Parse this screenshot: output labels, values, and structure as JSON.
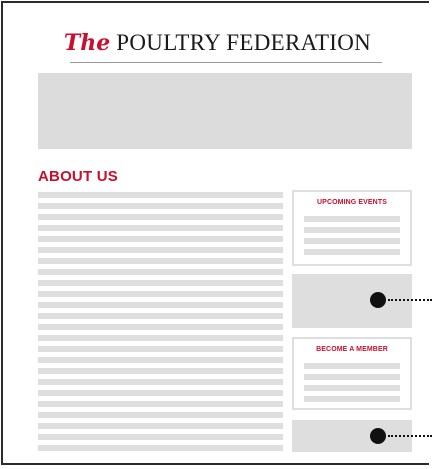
{
  "header": {
    "logo_prefix": "The",
    "logo_name": "POULTRY FEDERATION"
  },
  "about": {
    "title": "ABOUT US"
  },
  "sidebar": {
    "events_title": "UPCOMING EVENTS",
    "member_title": "BECOME A MEMBER"
  },
  "colors": {
    "accent": "#c8102e",
    "placeholder": "#dedede",
    "frame": "#2b2b2b"
  }
}
